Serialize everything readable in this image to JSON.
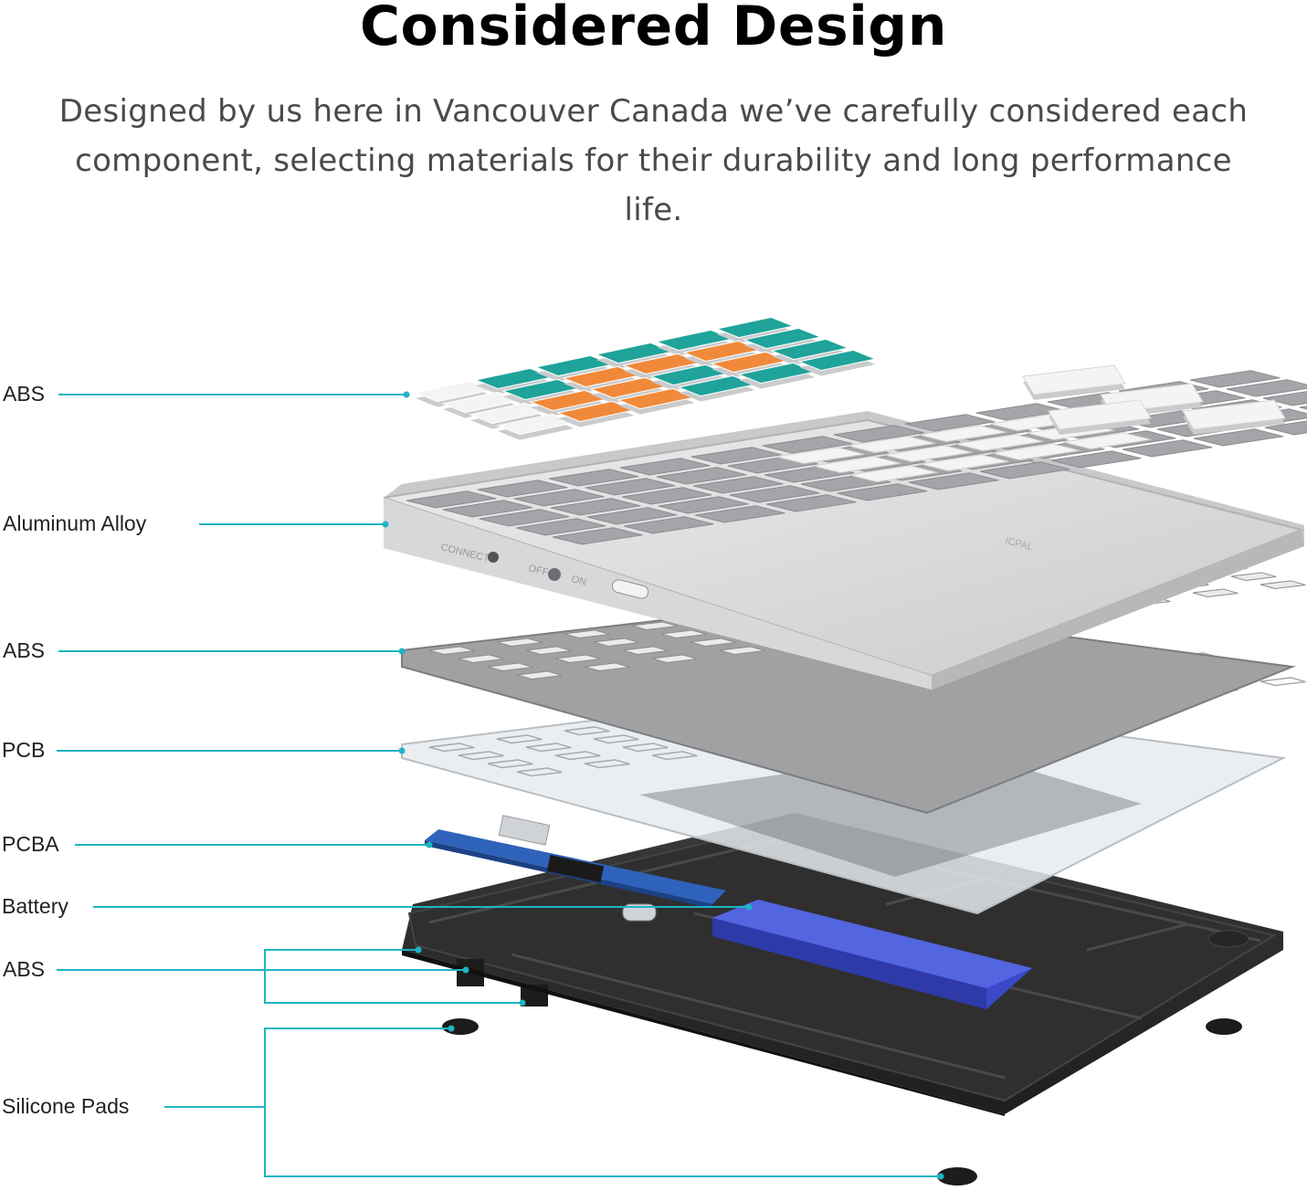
{
  "header": {
    "title": "Considered Design",
    "subtitle": "Designed by us here in Vancouver Canada we’ve carefully considered each component, selecting materials for their durability and long performance life."
  },
  "callouts": [
    {
      "id": "keycaps",
      "label": "ABS"
    },
    {
      "id": "frame",
      "label": "Aluminum Alloy"
    },
    {
      "id": "plate",
      "label": "ABS"
    },
    {
      "id": "pcb",
      "label": "PCB"
    },
    {
      "id": "pcba",
      "label": "PCBA"
    },
    {
      "id": "battery",
      "label": "Battery"
    },
    {
      "id": "base",
      "label": "ABS"
    },
    {
      "id": "pads",
      "label": "Silicone Pads"
    }
  ],
  "frame_text": {
    "connect": "CONNECT",
    "off": "OFF",
    "on": "ON",
    "brand": "ICPAL"
  },
  "colors": {
    "leader": "#1fb5c4",
    "teal_key": "#1fa39a",
    "orange_key": "#f08a3a",
    "white_key": "#f4f4f2",
    "aluminum": "#d9dadc",
    "plate": "#9a9a9a",
    "pcb_clear": "#e8ecee",
    "pcba_blue": "#2b5fb8",
    "battery_blue": "#3a4fd0",
    "base_black": "#2b2b2b"
  }
}
